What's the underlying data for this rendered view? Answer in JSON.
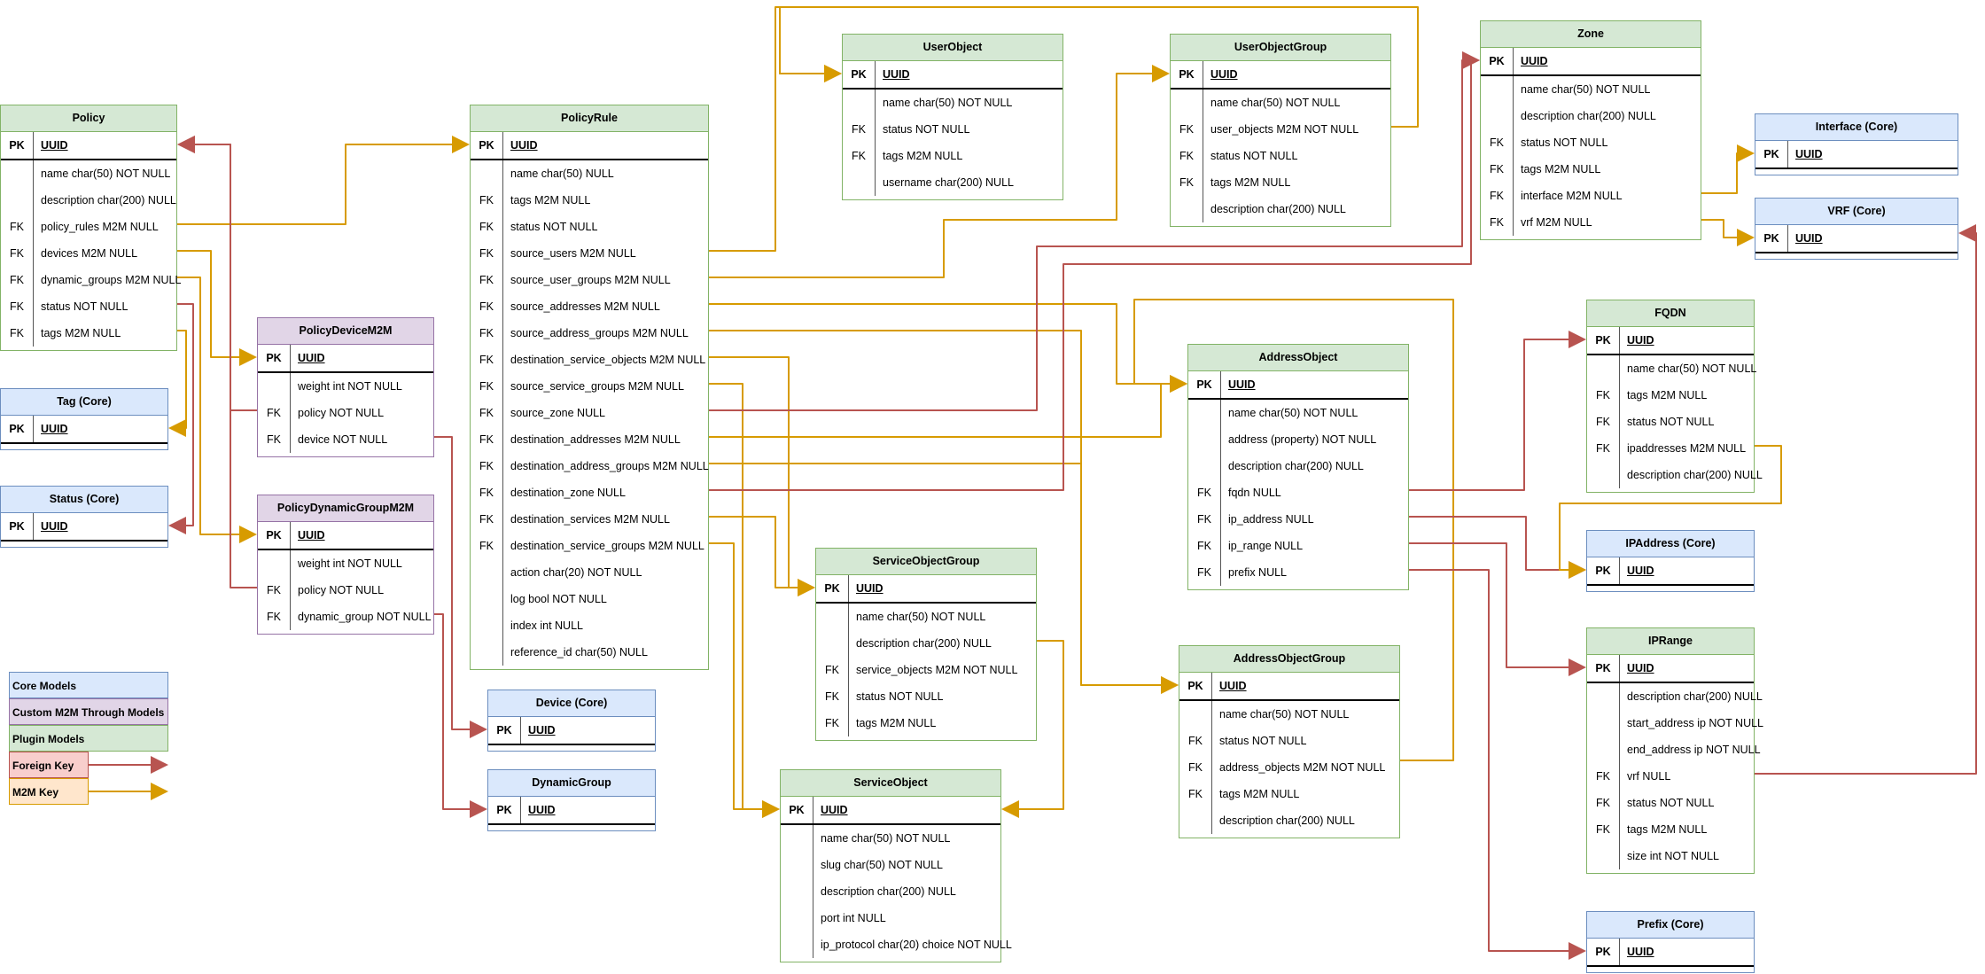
{
  "colors": {
    "fk": "#b85450",
    "m2m": "#d79b00",
    "core_fill": "#dae8fc",
    "m2m_fill": "#e1d5e7",
    "plugin_fill": "#d5e8d4",
    "fk_fill": "#f8cecc",
    "mm_fill": "#ffe6cc"
  },
  "entities": {
    "policy": {
      "title": "Policy",
      "pk": "PK",
      "pk_field": "UUID",
      "fields": [
        {
          "k": "",
          "f": "name char(50) NOT NULL"
        },
        {
          "k": "",
          "f": "description char(200) NULL"
        },
        {
          "k": "FK",
          "f": "policy_rules M2M NULL"
        },
        {
          "k": "FK",
          "f": "devices M2M NULL"
        },
        {
          "k": "FK",
          "f": "dynamic_groups M2M NULL"
        },
        {
          "k": "FK",
          "f": "status NOT NULL"
        },
        {
          "k": "FK",
          "f": "tags M2M NULL"
        }
      ]
    },
    "tag": {
      "title": "Tag (Core)",
      "pk": "PK",
      "pk_field": "UUID",
      "fields": []
    },
    "status": {
      "title": "Status (Core)",
      "pk": "PK",
      "pk_field": "UUID",
      "fields": []
    },
    "policydevicem2m": {
      "title": "PolicyDeviceM2M",
      "pk": "PK",
      "pk_field": "UUID",
      "fields": [
        {
          "k": "",
          "f": "weight int NOT NULL"
        },
        {
          "k": "FK",
          "f": "policy NOT NULL"
        },
        {
          "k": "FK",
          "f": "device NOT NULL"
        }
      ]
    },
    "policydynamicgroupm2m": {
      "title": "PolicyDynamicGroupM2M",
      "pk": "PK",
      "pk_field": "UUID",
      "fields": [
        {
          "k": "",
          "f": "weight int NOT NULL"
        },
        {
          "k": "FK",
          "f": "policy NOT NULL"
        },
        {
          "k": "FK",
          "f": "dynamic_group NOT NULL"
        }
      ]
    },
    "policyrule": {
      "title": "PolicyRule",
      "pk": "PK",
      "pk_field": "UUID",
      "fields": [
        {
          "k": "",
          "f": "name char(50) NULL"
        },
        {
          "k": "FK",
          "f": "tags M2M NULL"
        },
        {
          "k": "FK",
          "f": "status NOT NULL"
        },
        {
          "k": "FK",
          "f": "source_users M2M NULL"
        },
        {
          "k": "FK",
          "f": "source_user_groups M2M NULL"
        },
        {
          "k": "FK",
          "f": "source_addresses M2M NULL"
        },
        {
          "k": "FK",
          "f": "source_address_groups M2M NULL"
        },
        {
          "k": "FK",
          "f": "destination_service_objects M2M NULL"
        },
        {
          "k": "FK",
          "f": "source_service_groups M2M NULL"
        },
        {
          "k": "FK",
          "f": "source_zone NULL"
        },
        {
          "k": "FK",
          "f": "destination_addresses M2M NULL"
        },
        {
          "k": "FK",
          "f": "destination_address_groups M2M NULL"
        },
        {
          "k": "FK",
          "f": "destination_zone NULL"
        },
        {
          "k": "FK",
          "f": "destination_services M2M NULL"
        },
        {
          "k": "FK",
          "f": "destination_service_groups M2M NULL"
        },
        {
          "k": "",
          "f": "action char(20) NOT NULL"
        },
        {
          "k": "",
          "f": "log bool NOT NULL"
        },
        {
          "k": "",
          "f": "index int NULL"
        },
        {
          "k": "",
          "f": "reference_id char(50) NULL"
        }
      ]
    },
    "device": {
      "title": "Device (Core)",
      "pk": "PK",
      "pk_field": "UUID",
      "fields": []
    },
    "dynamicgroup": {
      "title": "DynamicGroup",
      "pk": "PK",
      "pk_field": "UUID",
      "fields": []
    },
    "userobject": {
      "title": "UserObject",
      "pk": "PK",
      "pk_field": "UUID",
      "fields": [
        {
          "k": "",
          "f": "name char(50) NOT NULL"
        },
        {
          "k": "FK",
          "f": "status NOT NULL"
        },
        {
          "k": "FK",
          "f": "tags M2M NULL"
        },
        {
          "k": "",
          "f": "username char(200) NULL"
        }
      ]
    },
    "userobjectgroup": {
      "title": "UserObjectGroup",
      "pk": "PK",
      "pk_field": "UUID",
      "fields": [
        {
          "k": "",
          "f": "name char(50) NOT NULL"
        },
        {
          "k": "FK",
          "f": "user_objects M2M NOT NULL"
        },
        {
          "k": "FK",
          "f": "status NOT NULL"
        },
        {
          "k": "FK",
          "f": "tags M2M NULL"
        },
        {
          "k": "",
          "f": "description char(200) NULL"
        }
      ]
    },
    "zone": {
      "title": "Zone",
      "pk": "PK",
      "pk_field": "UUID",
      "fields": [
        {
          "k": "",
          "f": "name char(50) NOT NULL"
        },
        {
          "k": "",
          "f": "description char(200) NULL"
        },
        {
          "k": "FK",
          "f": "status NOT NULL"
        },
        {
          "k": "FK",
          "f": "tags M2M NULL"
        },
        {
          "k": "FK",
          "f": "interface M2M NULL"
        },
        {
          "k": "FK",
          "f": "vrf M2M NULL"
        }
      ]
    },
    "interface": {
      "title": "Interface (Core)",
      "pk": "PK",
      "pk_field": "UUID",
      "fields": []
    },
    "vrf": {
      "title": "VRF (Core)",
      "pk": "PK",
      "pk_field": "UUID",
      "fields": []
    },
    "serviceobjectgroup": {
      "title": "ServiceObjectGroup",
      "pk": "PK",
      "pk_field": "UUID",
      "fields": [
        {
          "k": "",
          "f": "name char(50) NOT NULL"
        },
        {
          "k": "",
          "f": "description char(200) NULL"
        },
        {
          "k": "FK",
          "f": "service_objects M2M NOT NULL"
        },
        {
          "k": "FK",
          "f": "status NOT NULL"
        },
        {
          "k": "FK",
          "f": "tags M2M NULL"
        }
      ]
    },
    "serviceobject": {
      "title": "ServiceObject",
      "pk": "PK",
      "pk_field": "UUID",
      "fields": [
        {
          "k": "",
          "f": "name char(50) NOT NULL"
        },
        {
          "k": "",
          "f": "slug char(50) NOT NULL"
        },
        {
          "k": "",
          "f": "description char(200) NULL"
        },
        {
          "k": "",
          "f": "port int NULL"
        },
        {
          "k": "",
          "f": "ip_protocol char(20) choice NOT NULL"
        }
      ]
    },
    "addressobject": {
      "title": "AddressObject",
      "pk": "PK",
      "pk_field": "UUID",
      "fields": [
        {
          "k": "",
          "f": "name char(50) NOT NULL"
        },
        {
          "k": "",
          "f": "address (property) NOT NULL"
        },
        {
          "k": "",
          "f": "description char(200) NULL"
        },
        {
          "k": "FK",
          "f": "fqdn NULL"
        },
        {
          "k": "FK",
          "f": "ip_address NULL"
        },
        {
          "k": "FK",
          "f": "ip_range NULL"
        },
        {
          "k": "FK",
          "f": "prefix NULL"
        }
      ]
    },
    "addressobjectgroup": {
      "title": "AddressObjectGroup",
      "pk": "PK",
      "pk_field": "UUID",
      "fields": [
        {
          "k": "",
          "f": "name char(50) NOT NULL"
        },
        {
          "k": "FK",
          "f": "status NOT NULL"
        },
        {
          "k": "FK",
          "f": "address_objects M2M NOT NULL"
        },
        {
          "k": "FK",
          "f": "tags M2M NULL"
        },
        {
          "k": "",
          "f": "description char(200) NULL"
        }
      ]
    },
    "fqdn": {
      "title": "FQDN",
      "pk": "PK",
      "pk_field": "UUID",
      "fields": [
        {
          "k": "",
          "f": "name char(50) NOT NULL"
        },
        {
          "k": "FK",
          "f": "tags M2M NULL"
        },
        {
          "k": "FK",
          "f": "status NOT NULL"
        },
        {
          "k": "FK",
          "f": "ipaddresses M2M NULL"
        },
        {
          "k": "",
          "f": "description char(200) NULL"
        }
      ]
    },
    "ipaddress": {
      "title": "IPAddress (Core)",
      "pk": "PK",
      "pk_field": "UUID",
      "fields": []
    },
    "iprange": {
      "title": "IPRange",
      "pk": "PK",
      "pk_field": "UUID",
      "fields": [
        {
          "k": "",
          "f": "description char(200) NULL"
        },
        {
          "k": "",
          "f": "start_address ip NOT NULL"
        },
        {
          "k": "",
          "f": "end_address ip NOT NULL"
        },
        {
          "k": "FK",
          "f": "vrf  NULL"
        },
        {
          "k": "FK",
          "f": "status NOT NULL"
        },
        {
          "k": "FK",
          "f": "tags M2M NULL"
        },
        {
          "k": "",
          "f": "size int NOT  NULL"
        }
      ]
    },
    "prefix": {
      "title": "Prefix (Core)",
      "pk": "PK",
      "pk_field": "UUID",
      "fields": []
    }
  },
  "legend": {
    "core": "Core Models",
    "m2m": "Custom M2M Through Models",
    "plugin": "Plugin Models",
    "fk": "Foreign Key",
    "mm": "M2M Key"
  }
}
